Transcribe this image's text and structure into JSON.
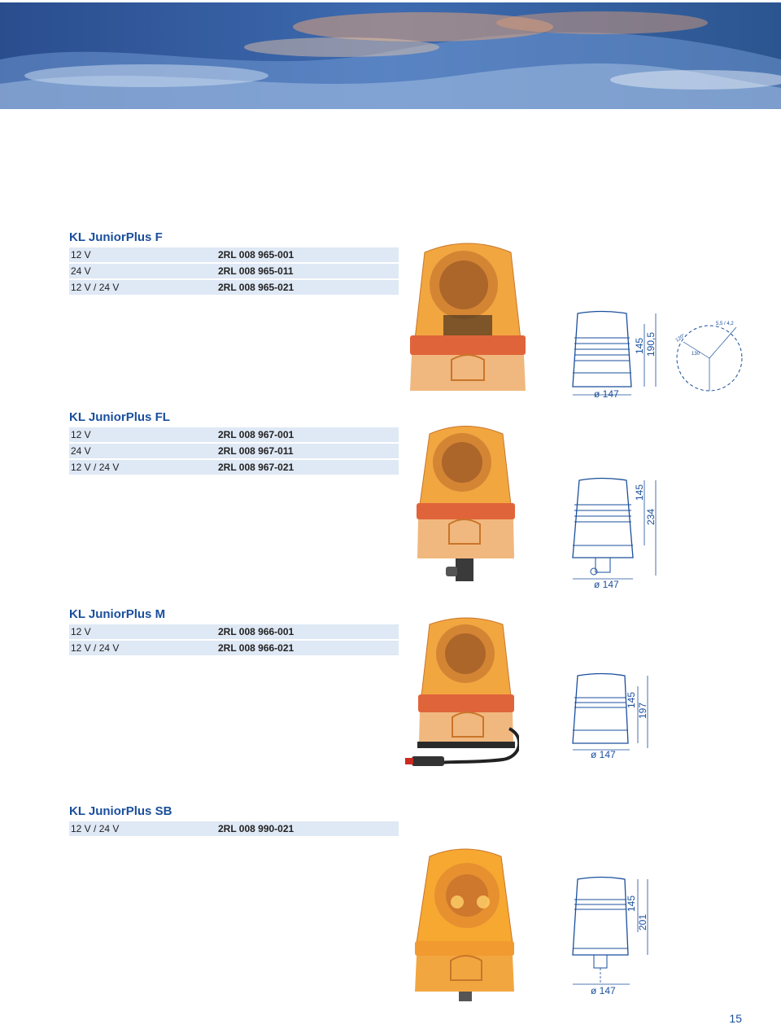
{
  "page_number": "15",
  "products": [
    {
      "title": "KL JuniorPlus F",
      "rows": [
        {
          "voltage": "12 V",
          "code": "2RL 008 965-001"
        },
        {
          "voltage": "24 V",
          "code": "2RL 008 965-011"
        },
        {
          "voltage": "12 V / 24 V",
          "code": "2RL 008 965-021"
        }
      ],
      "drawing": {
        "diameter": "ø 147",
        "height_short": "145",
        "height_total": "190,5",
        "hole_label": "5,5 / 4,2",
        "hole_circle": "130",
        "hole_angle": "120°"
      }
    },
    {
      "title": "KL JuniorPlus FL",
      "rows": [
        {
          "voltage": "12 V",
          "code": "2RL 008 967-001"
        },
        {
          "voltage": "24 V",
          "code": "2RL 008 967-011"
        },
        {
          "voltage": "12 V / 24 V",
          "code": "2RL 008 967-021"
        }
      ],
      "drawing": {
        "diameter": "ø 147",
        "height_short": "145",
        "height_total": "234"
      }
    },
    {
      "title": "KL JuniorPlus M",
      "rows": [
        {
          "voltage": "12 V",
          "code": "2RL 008 966-001"
        },
        {
          "voltage": "12 V / 24 V",
          "code": "2RL 008 966-021"
        }
      ],
      "drawing": {
        "diameter": "ø 147",
        "height_short": "145",
        "height_total": "197"
      }
    },
    {
      "title": "KL JuniorPlus SB",
      "rows": [
        {
          "voltage": "12 V / 24 V",
          "code": "2RL 008 990-021"
        }
      ],
      "drawing": {
        "diameter": "ø 147",
        "height_short": "145",
        "height_total": "201"
      }
    }
  ],
  "colors": {
    "accent": "#1a4f9c",
    "row_shade": "#dfe8f5",
    "amber": "#f3a23a",
    "base_red": "#e0643a"
  }
}
